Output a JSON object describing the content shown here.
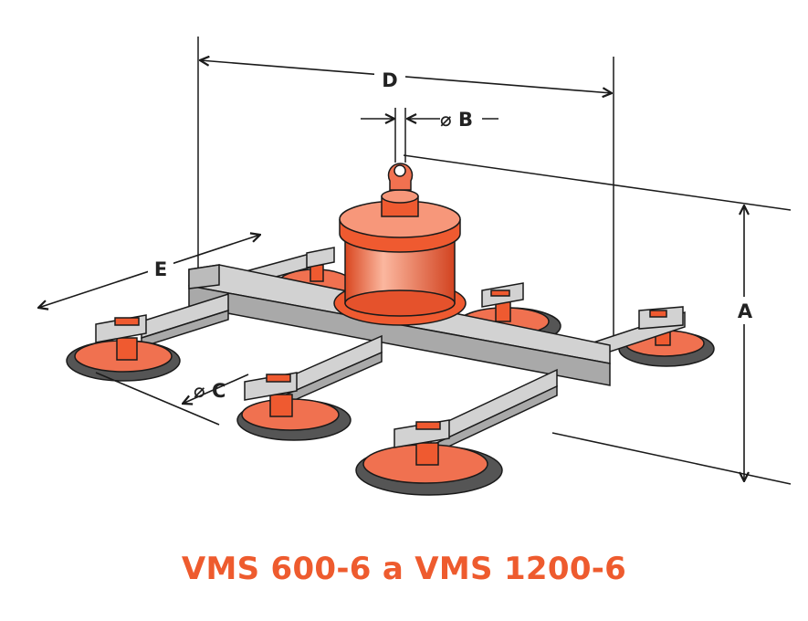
{
  "caption": "VMS 600-6 a VMS 1200-6",
  "dimensions": {
    "a": "A",
    "b": "⌀ B",
    "c": "⌀ C",
    "d": "D",
    "e": "E"
  },
  "colors": {
    "accent": "#ef5a30",
    "accent_light": "#f7977a",
    "bar": "#d2d2d2",
    "bar_dark": "#a9a9a9",
    "pad_shadow": "#555555",
    "line": "#1a1a1a",
    "caption": "#ee5b2e"
  },
  "icons": {
    "lifting_eye": "eye-bolt-icon",
    "suction_pad": "suction-pad-icon"
  }
}
